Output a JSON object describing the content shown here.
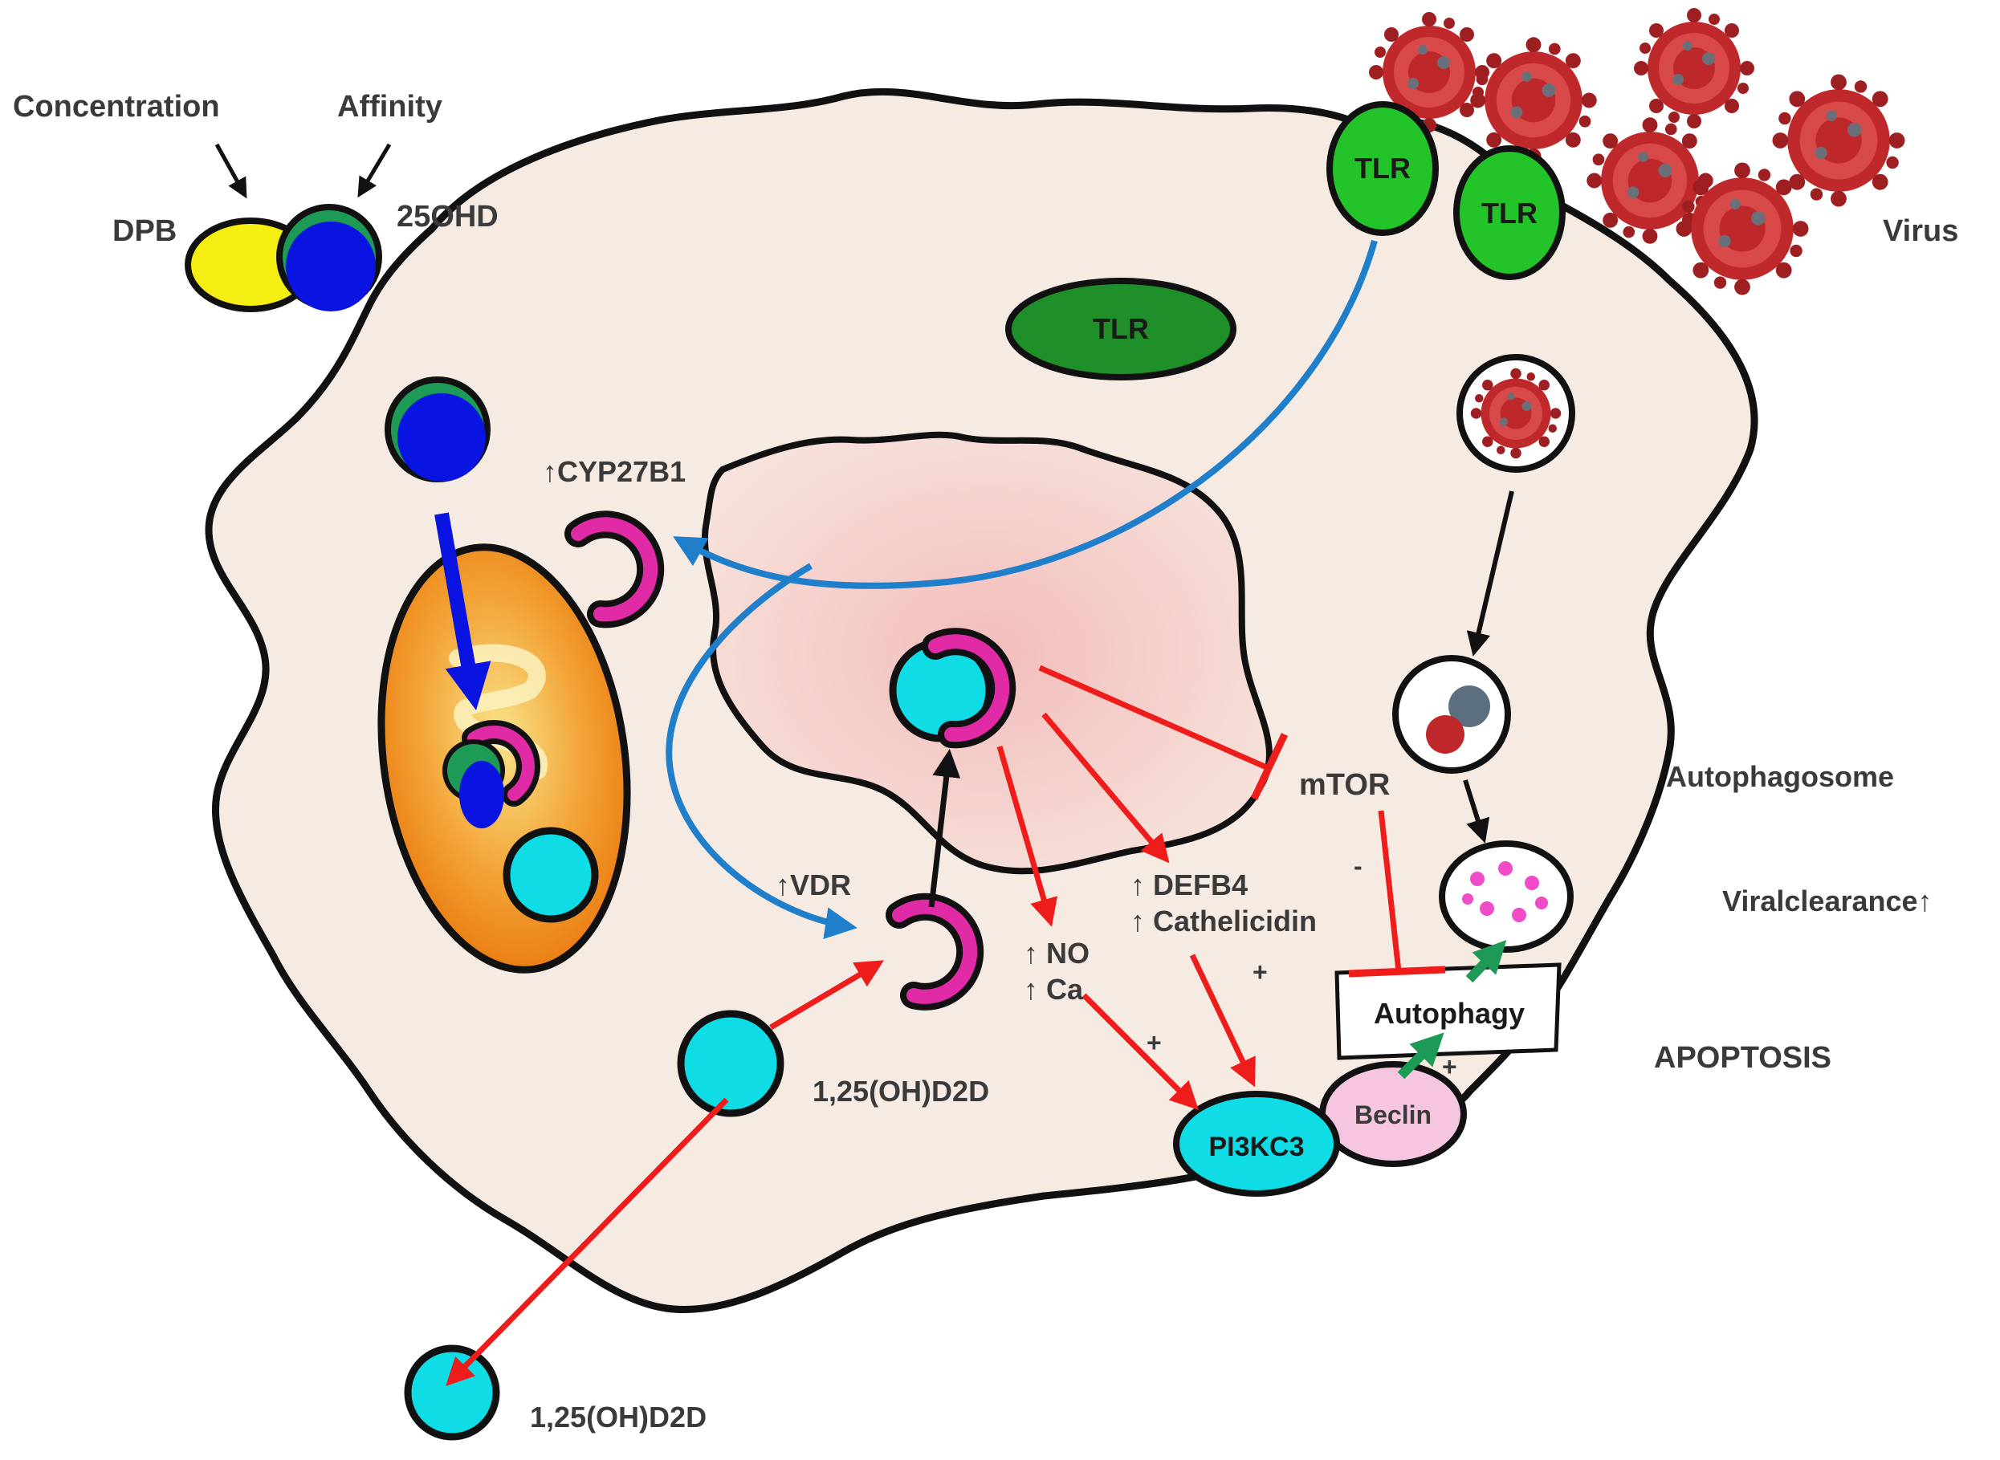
{
  "labels": {
    "concentration": "Concentration",
    "affinity": "Affinity",
    "dpb": "DPB",
    "ohd25": "25OHD",
    "tlr_1": "TLR",
    "tlr_2": "TLR",
    "tlr_3": "TLR",
    "virus": "Virus",
    "cyp27b1": "↑CYP27B1",
    "vdr": "↑VDR",
    "mtor": "mTOR",
    "defb4": "↑ DEFB4",
    "cathelicidin": "↑ Cathelicidin",
    "no": "↑ NO",
    "ca": "↑ Ca",
    "autophagosome": "Autophagosome",
    "viral_clearance": "Viralclearance↑",
    "autophagy": "Autophagy",
    "apoptosis": "APOPTOSIS",
    "pi3kc3": "PI3KC3",
    "beclin": "Beclin",
    "d2d_inner": "1,25(OH)D2D",
    "d2d_outer": "1,25(OH)D2D",
    "plus_1": "+",
    "plus_2": "+",
    "plus_3": "+",
    "minus_1": "-"
  },
  "colors": {
    "cell_fill": "#f6ebe3",
    "nucleus_fill": "#f3c9c6",
    "tlr_green": "#22c42a",
    "tlr_dark": "#1f8f2a",
    "blue": "#0a14e0",
    "cyan": "#10dce6",
    "magenta": "#e02aa6",
    "yellow": "#f4ee12",
    "orange": "#f08a10",
    "red": "#ef1c1c",
    "steel_blue": "#1f7fcb",
    "green_arrow": "#1d9a55",
    "beclin_pink": "#f6c6e0",
    "virus_red": "#c0292b"
  }
}
